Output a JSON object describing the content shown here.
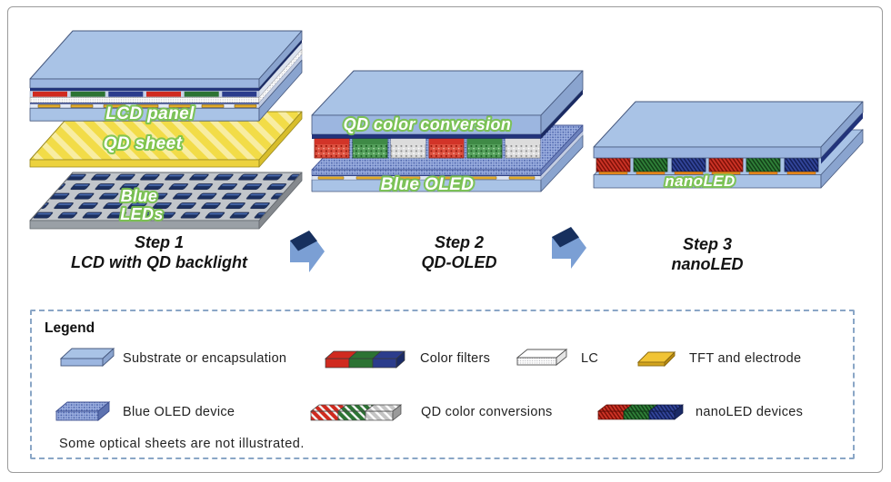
{
  "figure": {
    "steps": [
      {
        "title": "Step 1",
        "subtitle": "LCD with QD backlight",
        "labels": {
          "panel": "LCD panel",
          "qd_sheet": "QD sheet",
          "leds_line1": "Blue",
          "leds_line2": "LEDs"
        }
      },
      {
        "title": "Step 2",
        "subtitle": "QD-OLED",
        "labels": {
          "qd_cc": "QD color conversion",
          "blue_oled": "Blue OLED"
        }
      },
      {
        "title": "Step 3",
        "subtitle": "nanoLED",
        "labels": {
          "nanoled": "nanoLED"
        }
      }
    ]
  },
  "legend": {
    "title": "Legend",
    "items": [
      {
        "label": "Substrate or encapsulation",
        "icon": "substrate-slab-icon"
      },
      {
        "label": "Color filters",
        "icon": "color-filters-icon"
      },
      {
        "label": "LC",
        "icon": "lc-slab-icon"
      },
      {
        "label": "TFT and electrode",
        "icon": "tft-slab-icon"
      },
      {
        "label": "Blue OLED device",
        "icon": "blue-oled-slab-icon"
      },
      {
        "label": "QD color conversions",
        "icon": "qd-color-conversions-icon"
      },
      {
        "label": "nanoLED devices",
        "icon": "nanoled-devices-icon"
      }
    ],
    "note": "Some optical sheets are not illustrated."
  },
  "colors": {
    "substrate_blue": "#a9c3e6",
    "substrate_side": "#8aa4cf",
    "navy": "#22337a",
    "filter_red": "#d02a1f",
    "filter_green": "#2c7333",
    "filter_blue": "#2b3c8c",
    "tft_gold": "#e2aa28",
    "qd_sheet_yellow": "#f2dc48",
    "oled_periwinkle": "#9db0e0",
    "led_plate_gray": "#c2c6cb",
    "electrode_orange": "#e2861c",
    "arrow_blue": "#7b9fd4",
    "arrow_navy": "#17305e",
    "label_glow_green": "#79c24e",
    "legend_border_blue": "#8aa6c6"
  }
}
